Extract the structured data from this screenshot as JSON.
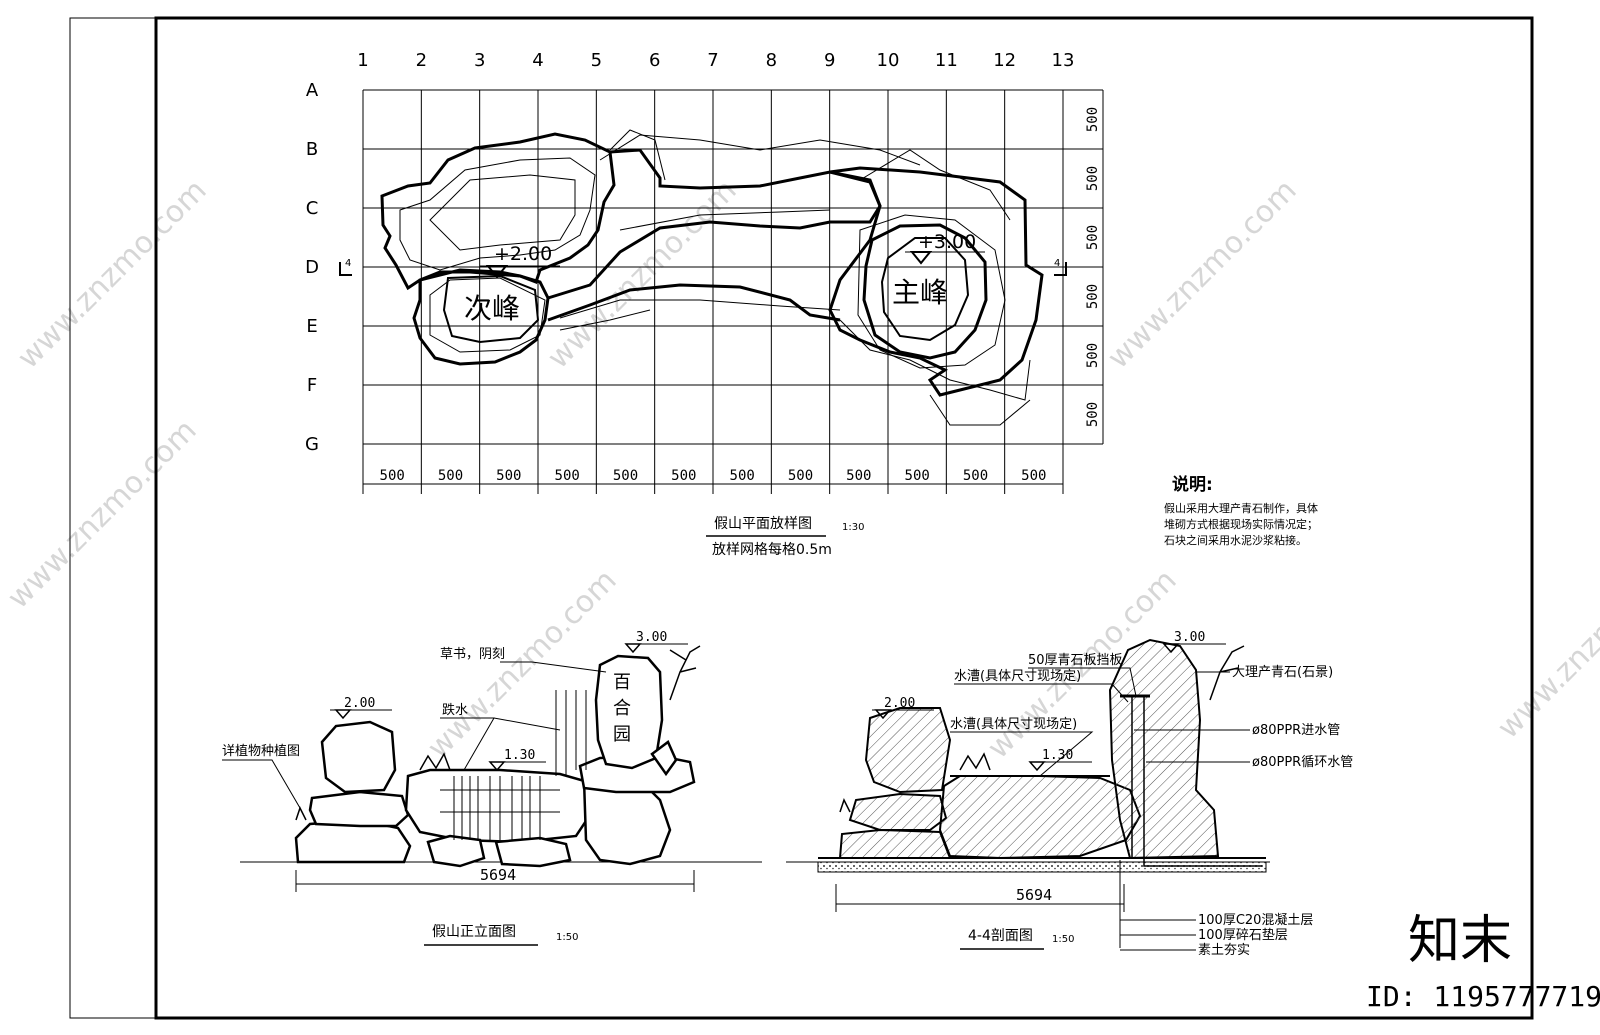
{
  "plan": {
    "columns": [
      "1",
      "2",
      "3",
      "4",
      "5",
      "6",
      "7",
      "8",
      "9",
      "10",
      "11",
      "12",
      "13"
    ],
    "rows": [
      "A",
      "B",
      "C",
      "D",
      "E",
      "F",
      "G"
    ],
    "bottom_dims": [
      "500",
      "500",
      "500",
      "500",
      "500",
      "500",
      "500",
      "500",
      "500",
      "500",
      "500",
      "500"
    ],
    "right_dims": [
      "500",
      "500",
      "500",
      "500",
      "500",
      "500"
    ],
    "elev_secondary": "+2.00",
    "elev_main": "+3.00",
    "label_secondary": "次峰",
    "label_main": "主峰",
    "section_mark": "4",
    "title": "假山平面放样图",
    "scale": "1:30",
    "subtitle": "放样网格每格0.5m"
  },
  "notes": {
    "heading": "说明:",
    "lines": [
      "假山采用大理产青石制作，具体",
      "堆砌方式根据现场实际情况定；",
      "石块之间采用水泥沙浆粘接。"
    ]
  },
  "front": {
    "elev_top": "3.00",
    "elev_left": "2.00",
    "elev_water": "1.30",
    "callout_carving": "草书，阴刻",
    "callout_fall": "跌水",
    "callout_plants": "详植物种植图",
    "carved_text": [
      "百",
      "合",
      "园"
    ],
    "dim": "5694",
    "title": "假山正立面图",
    "scale": "1:50"
  },
  "section": {
    "elev_top": "3.00",
    "elev_left": "2.00",
    "elev_water": "1.30",
    "callout_board": "50厚青石板挡板",
    "callout_trough1": "水漕(具体尺寸现场定)",
    "callout_trough2": "水漕(具体尺寸现场定)",
    "callout_stone": "大理产青石(石景)",
    "callout_inlet": "ø80PPR进水管",
    "callout_return": "ø80PPR循环水管",
    "layers": [
      "100厚C20混凝土层",
      "100厚碎石垫层",
      "素土夯实"
    ],
    "dim": "5694",
    "title": "4-4剖面图",
    "scale": "1:50"
  },
  "watermark": {
    "text": "www.znzmo.com",
    "brand": "知末",
    "id": "ID: 1195777719"
  }
}
